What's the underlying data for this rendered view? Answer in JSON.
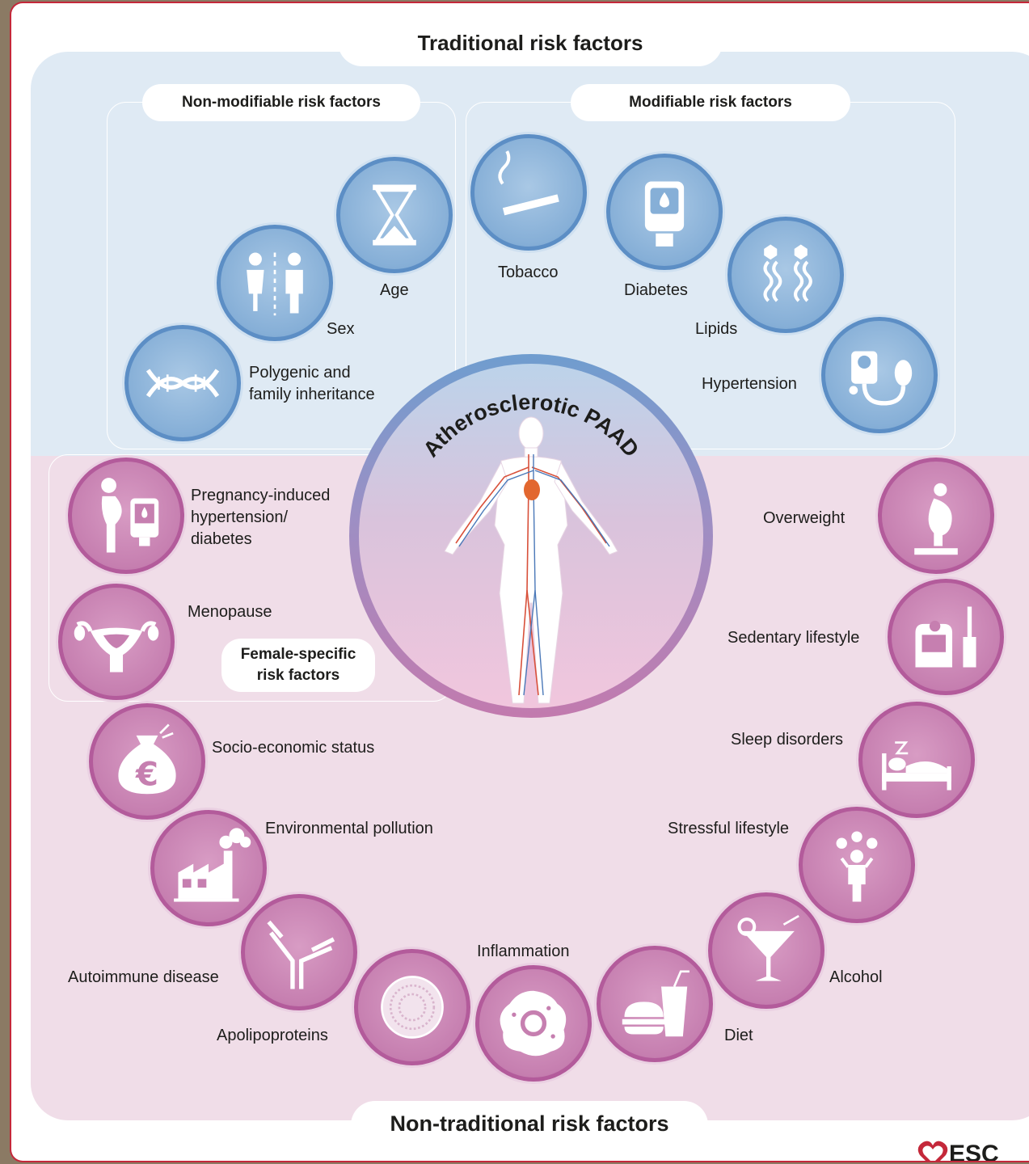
{
  "titles": {
    "traditional": "Traditional risk factors",
    "non_modifiable": "Non-modifiable risk factors",
    "modifiable": "Modifiable risk factors",
    "female": "Female-specific\nrisk factors",
    "non_traditional": "Non-traditional risk factors",
    "center": "Atherosclerotic PAAD"
  },
  "non_modifiable": {
    "age": "Age",
    "sex": "Sex",
    "polygenic": "Polygenic and\nfamily inheritance"
  },
  "modifiable": {
    "tobacco": "Tobacco",
    "diabetes": "Diabetes",
    "lipids": "Lipids",
    "hypertension": "Hypertension"
  },
  "female": {
    "pregnancy": "Pregnancy-induced\nhypertension/\ndiabetes",
    "menopause": "Menopause"
  },
  "non_traditional": {
    "socio": "Socio-economic status",
    "pollution": "Environmental pollution",
    "autoimmune": "Autoimmune disease",
    "apolipoproteins": "Apolipoproteins",
    "inflammation": "Inflammation",
    "diet": "Diet",
    "alcohol": "Alcohol",
    "stress": "Stressful lifestyle",
    "sleep": "Sleep disorders",
    "sedentary": "Sedentary lifestyle",
    "overweight": "Overweight"
  },
  "logo": {
    "text": "ESC"
  },
  "colors": {
    "traditional": "#5c8ec5",
    "non_traditional": "#b35b9b",
    "logo": "#c4283a"
  }
}
